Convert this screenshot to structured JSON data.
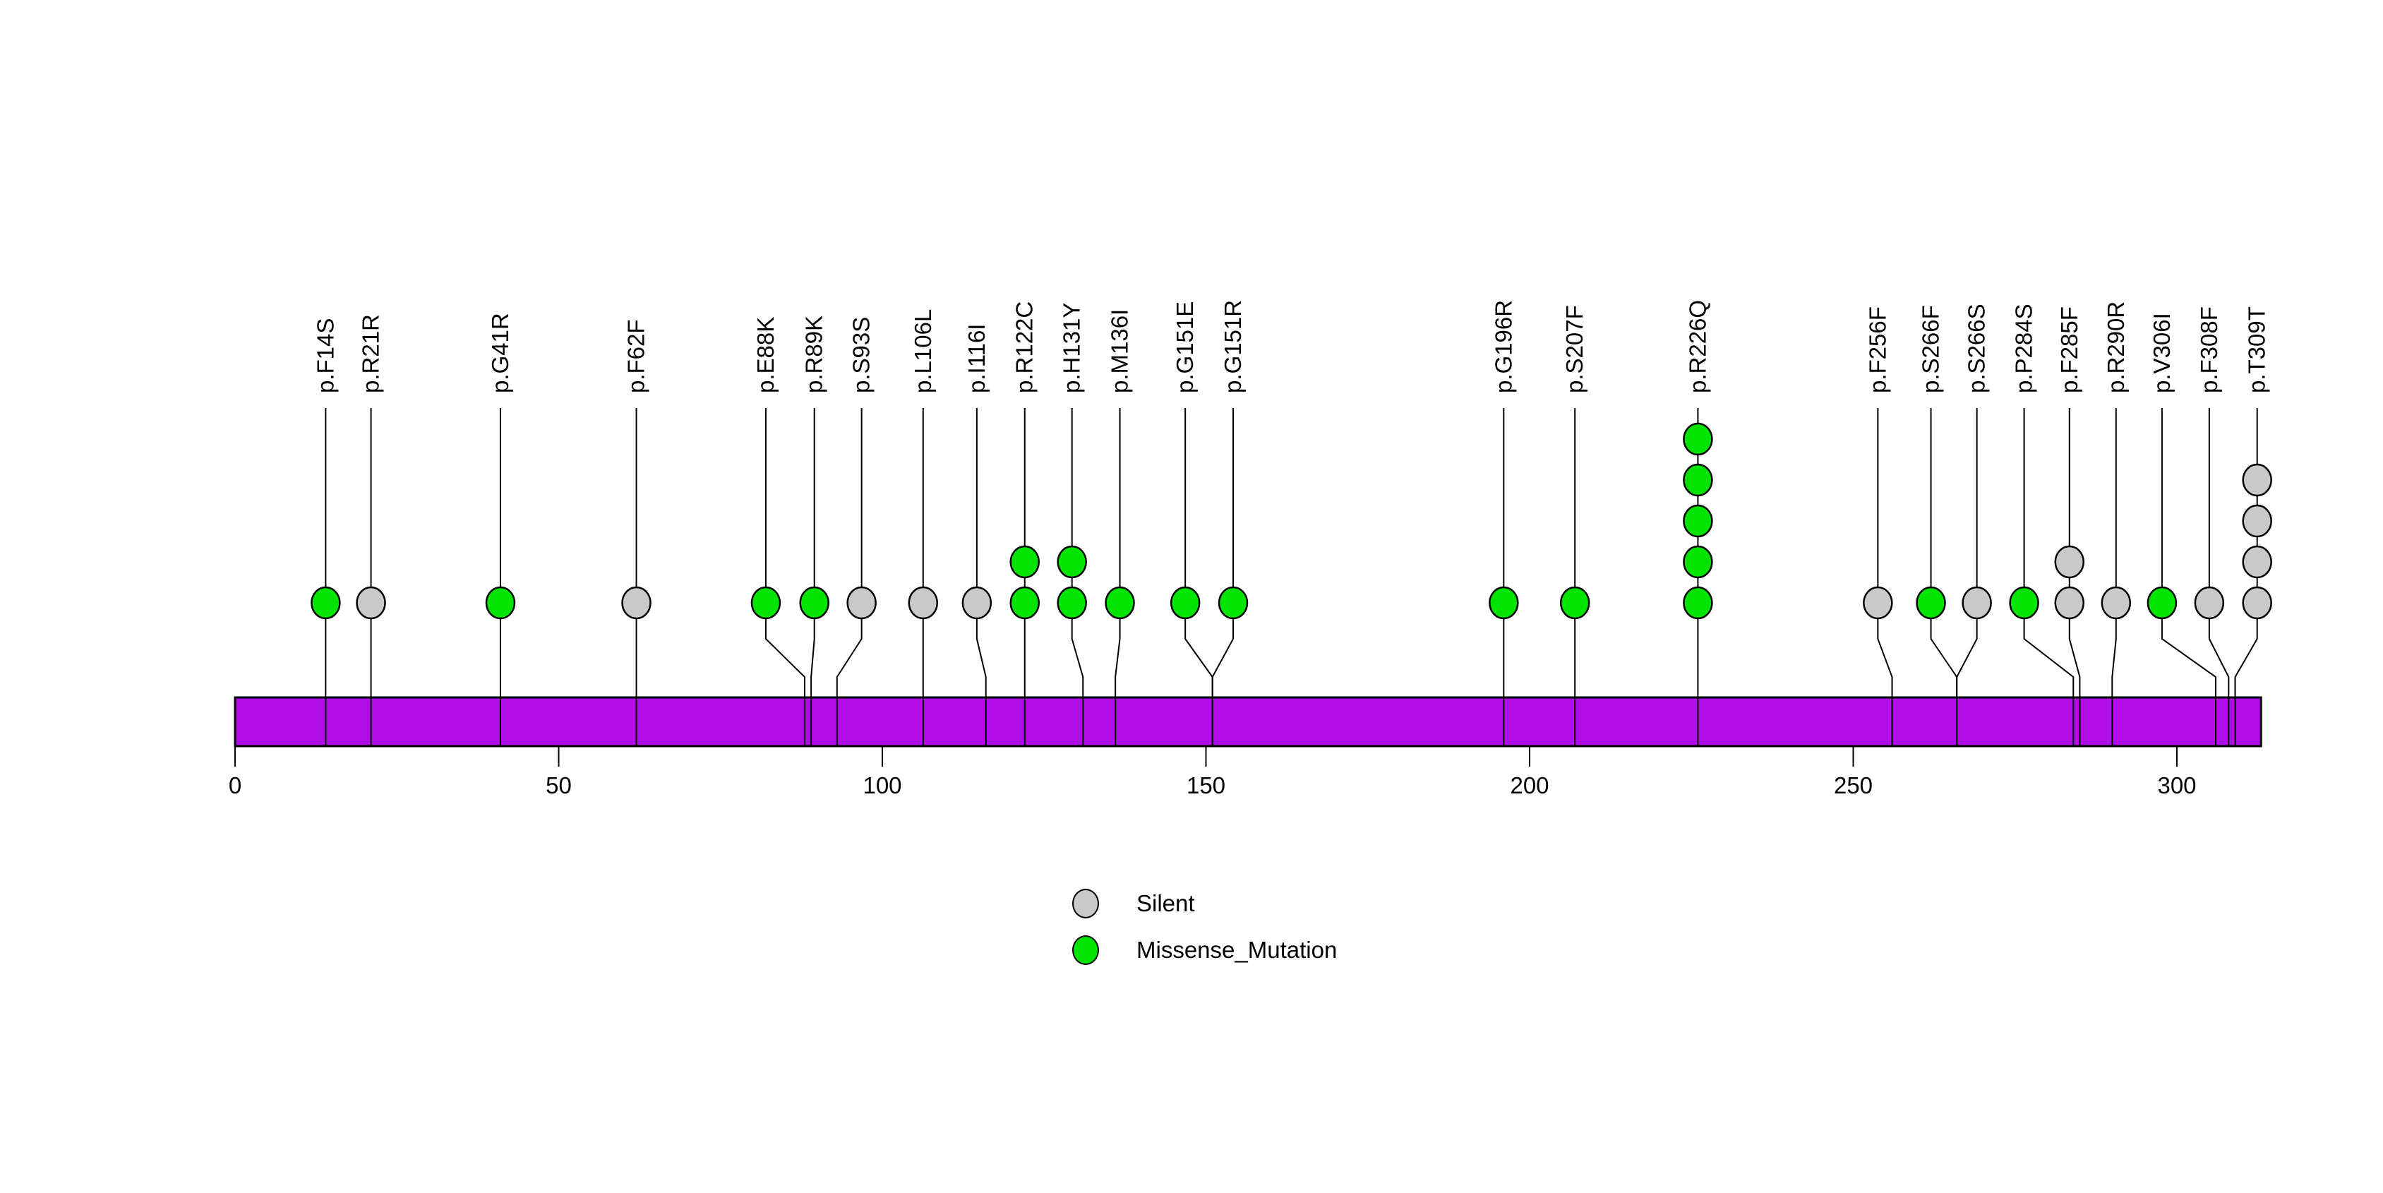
{
  "chart_data": {
    "type": "lollipop",
    "title": "",
    "xlabel": "",
    "ylabel": "",
    "grid": false,
    "legend_position": "bottom-center",
    "axis": {
      "xlim": [
        0,
        313
      ],
      "tick_values": [
        0,
        50,
        100,
        150,
        200,
        250,
        300
      ],
      "tick_labels": [
        "0",
        "50",
        "100",
        "150",
        "200",
        "250",
        "300"
      ]
    },
    "protein_bar": {
      "start_aa": 0,
      "end_aa": 313,
      "color": "#B10DE8",
      "border_color": "#000000"
    },
    "mutation_classes": [
      {
        "name": "Silent",
        "color": "#C9C9C9"
      },
      {
        "name": "Missense_Mutation",
        "color": "#00E400"
      }
    ],
    "mutations": [
      {
        "label": "p.F14S",
        "aa_pos": 14,
        "display_aa": 14.0,
        "count": 1,
        "class": "Missense_Mutation"
      },
      {
        "label": "p.R21R",
        "aa_pos": 21,
        "display_aa": 21.0,
        "count": 1,
        "class": "Silent"
      },
      {
        "label": "p.G41R",
        "aa_pos": 41,
        "display_aa": 41.0,
        "count": 1,
        "class": "Missense_Mutation"
      },
      {
        "label": "p.F62F",
        "aa_pos": 62,
        "display_aa": 62.0,
        "count": 1,
        "class": "Silent"
      },
      {
        "label": "p.E88K",
        "aa_pos": 88,
        "display_aa": 82.0,
        "count": 1,
        "class": "Missense_Mutation"
      },
      {
        "label": "p.R89K",
        "aa_pos": 89,
        "display_aa": 89.5,
        "count": 1,
        "class": "Missense_Mutation"
      },
      {
        "label": "p.S93S",
        "aa_pos": 93,
        "display_aa": 96.8,
        "count": 1,
        "class": "Silent"
      },
      {
        "label": "p.L106L",
        "aa_pos": 106,
        "display_aa": 106.3,
        "count": 1,
        "class": "Silent"
      },
      {
        "label": "p.I116I",
        "aa_pos": 116,
        "display_aa": 114.6,
        "count": 1,
        "class": "Silent"
      },
      {
        "label": "p.R122C",
        "aa_pos": 122,
        "display_aa": 122.0,
        "count": 2,
        "class": "Missense_Mutation"
      },
      {
        "label": "p.H131Y",
        "aa_pos": 131,
        "display_aa": 129.3,
        "count": 2,
        "class": "Missense_Mutation"
      },
      {
        "label": "p.M136I",
        "aa_pos": 136,
        "display_aa": 136.7,
        "count": 1,
        "class": "Missense_Mutation"
      },
      {
        "label": "p.G151E",
        "aa_pos": 151,
        "display_aa": 146.8,
        "count": 1,
        "class": "Missense_Mutation"
      },
      {
        "label": "p.G151R",
        "aa_pos": 151,
        "display_aa": 154.2,
        "count": 1,
        "class": "Missense_Mutation"
      },
      {
        "label": "p.G196R",
        "aa_pos": 196,
        "display_aa": 196.0,
        "count": 1,
        "class": "Missense_Mutation"
      },
      {
        "label": "p.S207F",
        "aa_pos": 207,
        "display_aa": 207.0,
        "count": 1,
        "class": "Missense_Mutation"
      },
      {
        "label": "p.R226Q",
        "aa_pos": 226,
        "display_aa": 226.0,
        "count": 5,
        "class": "Missense_Mutation"
      },
      {
        "label": "p.F256F",
        "aa_pos": 256,
        "display_aa": 253.8,
        "count": 1,
        "class": "Silent"
      },
      {
        "label": "p.S266F",
        "aa_pos": 266,
        "display_aa": 262.0,
        "count": 1,
        "class": "Missense_Mutation"
      },
      {
        "label": "p.S266S",
        "aa_pos": 266,
        "display_aa": 269.1,
        "count": 1,
        "class": "Silent"
      },
      {
        "label": "p.P284S",
        "aa_pos": 284,
        "display_aa": 276.4,
        "count": 1,
        "class": "Missense_Mutation"
      },
      {
        "label": "p.F285F",
        "aa_pos": 285,
        "display_aa": 283.4,
        "count": 2,
        "class": "Silent"
      },
      {
        "label": "p.R290R",
        "aa_pos": 290,
        "display_aa": 290.6,
        "count": 1,
        "class": "Silent"
      },
      {
        "label": "p.V306I",
        "aa_pos": 306,
        "display_aa": 297.7,
        "count": 1,
        "class": "Missense_Mutation"
      },
      {
        "label": "p.F308F",
        "aa_pos": 308,
        "display_aa": 305.0,
        "count": 1,
        "class": "Silent"
      },
      {
        "label": "p.T309T",
        "aa_pos": 309,
        "display_aa": 312.4,
        "count": 4,
        "class": "Silent"
      }
    ]
  },
  "legend": {
    "items": [
      {
        "label": "Silent"
      },
      {
        "label": "Missense_Mutation"
      }
    ]
  }
}
